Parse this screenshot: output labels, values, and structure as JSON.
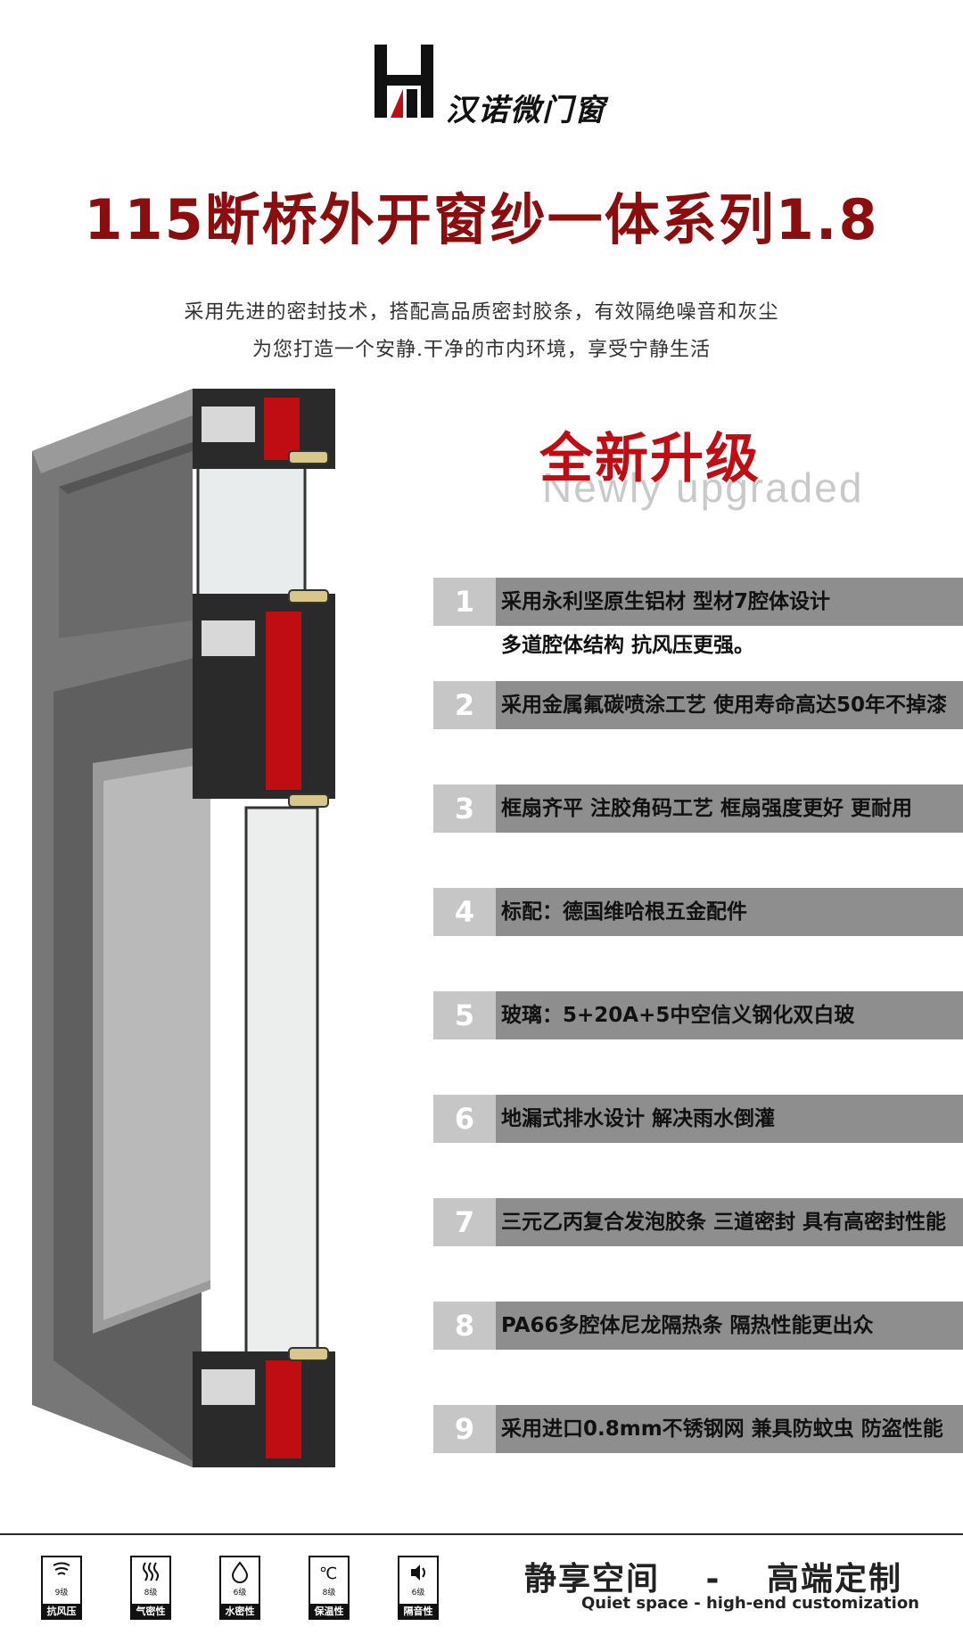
{
  "brand": {
    "name": "汉诺微门窗",
    "logo_letter": "H"
  },
  "title": "115断桥外开窗纱一体系列1.8",
  "subtitle": [
    "采用先进的密封技术，搭配高品质密封胶条，有效隔绝噪音和灰尘",
    "为您打造一个安静.干净的市内环境，享受宁静生活"
  ],
  "upgrade": {
    "cn": "全新升级",
    "en": "Newly upgraded"
  },
  "features": [
    {
      "num": "1",
      "text": "采用永利坚原生铝材 型材7腔体设计",
      "text2": "多道腔体结构 抗风压更强。"
    },
    {
      "num": "2",
      "text": "采用金属氟碳喷涂工艺 使用寿命高达50年不掉漆"
    },
    {
      "num": "3",
      "text": "框扇齐平 注胶角码工艺 框扇强度更好 更耐用"
    },
    {
      "num": "4",
      "text": "标配：德国维哈根五金配件"
    },
    {
      "num": "5",
      "text": "玻璃：5+20A+5中空信义钢化双白玻"
    },
    {
      "num": "6",
      "text": "地漏式排水设计 解决雨水倒灌"
    },
    {
      "num": "7",
      "text": "三元乙丙复合发泡胶条 三道密封 具有高密封性能"
    },
    {
      "num": "8",
      "text": "PA66多腔体尼龙隔热条 隔热性能更出众"
    },
    {
      "num": "9",
      "text": "采用进口0.8mm不锈钢网 兼具防蚊虫 防盗性能"
    }
  ],
  "badges": [
    {
      "level": "9级",
      "label": "抗风压",
      "icon": "wind-icon"
    },
    {
      "level": "8级",
      "label": "气密性",
      "icon": "air-icon"
    },
    {
      "level": "6级",
      "label": "水密性",
      "icon": "water-drop-icon"
    },
    {
      "level": "8级",
      "label": "保温性",
      "icon": "thermometer-icon"
    },
    {
      "level": "6级",
      "label": "隔音性",
      "icon": "sound-icon"
    }
  ],
  "slogan": {
    "cn_left": "静享空间",
    "dash": "-",
    "cn_right": "高端定制",
    "en": "Quiet space - high-end customization"
  },
  "colors": {
    "title": "#8b0d0d",
    "accent": "#c00d14",
    "bar": "#8e8e8e",
    "num_box": "#c6c6c6"
  }
}
